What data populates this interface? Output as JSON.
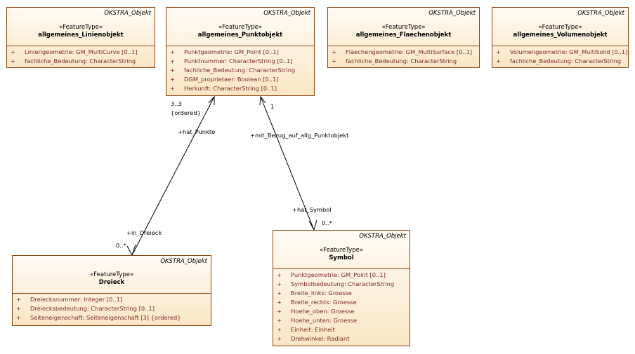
{
  "classes": {
    "linienobjekt": {
      "package": "OKSTRA_Objekt",
      "stereotype": "«FeatureType»",
      "name": "allgemeines_Linienobjekt",
      "attributes": [
        {
          "vis": "+",
          "text": "Liniengeometrie: GM_MultiCurve [0..1]"
        },
        {
          "vis": "+",
          "text": "fachliche_Bedeutung: CharacterString"
        }
      ]
    },
    "punktobjekt": {
      "package": "OKSTRA_Objekt",
      "stereotype": "«FeatureType»",
      "name": "allgemeines_Punktobjekt",
      "attributes": [
        {
          "vis": "+",
          "text": "Punktgeometrie: GM_Point [0..1]"
        },
        {
          "vis": "+",
          "text": "Punktnummer: CharacterString [0..1]"
        },
        {
          "vis": "+",
          "text": "fachliche_Bedeutung: CharacterString"
        },
        {
          "vis": "+",
          "text": "DGM_proprietaer: Boolean [0..1]"
        },
        {
          "vis": "+",
          "text": "Herkunft: CharacterString [0..1]"
        }
      ]
    },
    "flaechenobjekt": {
      "package": "OKSTRA_Objekt",
      "stereotype": "«FeatureType»",
      "name": "allgemeines_Flaechenobjekt",
      "attributes": [
        {
          "vis": "+",
          "text": "Flaechengeometrie: GM_MultiSurface [0..1]"
        },
        {
          "vis": "+",
          "text": "fachliche_Bedeutung: CharacterString"
        }
      ]
    },
    "volumenobjekt": {
      "package": "OKSTRA_Objekt",
      "stereotype": "«FeatureType»",
      "name": "allgemeines_Volumenobjekt",
      "attributes": [
        {
          "vis": "+",
          "text": "Volumengeometrie: GM_MultiSolid [0..1]"
        },
        {
          "vis": "+",
          "text": "fachliche_Bedeutung: CharacterString"
        }
      ]
    },
    "dreieck": {
      "package": "OKSTRA_Objekt",
      "stereotype": "«FeatureType»",
      "name": "Dreieck",
      "attributes": [
        {
          "vis": "+",
          "text": "Dreiecksnummer: Integer [0..1]"
        },
        {
          "vis": "+",
          "text": "Dreiecksbedeutung: CharacterString [0..1]"
        },
        {
          "vis": "+",
          "text": "Seiteneigenschaft: Seiteneigenschaft [3] {ordered}"
        }
      ]
    },
    "symbol": {
      "package": "OKSTRA_Objekt",
      "stereotype": "«FeatureType»",
      "name": "Symbol",
      "attributes": [
        {
          "vis": "+",
          "text": "Punktgeometrie: GM_Point [0..1]"
        },
        {
          "vis": "+",
          "text": "Symbolbedeutung: CharacterString"
        },
        {
          "vis": "+",
          "text": "Breite_links: Groesse"
        },
        {
          "vis": "+",
          "text": "Breite_rechts: Groesse"
        },
        {
          "vis": "+",
          "text": "Hoehe_oben: Groesse"
        },
        {
          "vis": "+",
          "text": "Hoehe_unten: Groesse"
        },
        {
          "vis": "+",
          "text": "Einheit: Einheit"
        },
        {
          "vis": "+",
          "text": "Drehwinkel: Radiant"
        }
      ]
    }
  },
  "associations": {
    "dreieck_punkt": {
      "multiplicity_target": "3..3",
      "ordered": "{ordered}",
      "role_target": "+hat_Punkte",
      "role_source": "+in_Dreieck",
      "multiplicity_source": "0..*"
    },
    "symbol_punkt": {
      "multiplicity_target": "1",
      "role_target": "+mit_Bezug_auf_allg_Punktobjekt",
      "role_source": "+hat_Symbol",
      "multiplicity_source": "0..*"
    }
  }
}
